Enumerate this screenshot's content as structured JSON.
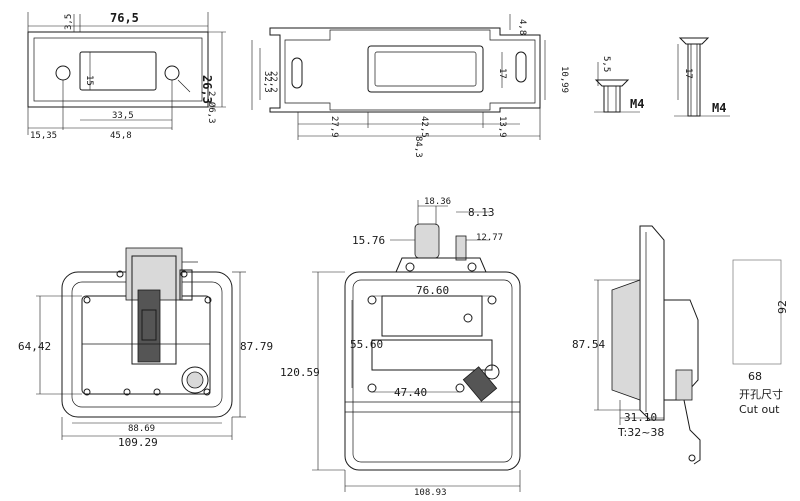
{
  "top_left_plate": {
    "width": "76,5",
    "height": "26,3",
    "slot_height": "15",
    "hole_spacing": "33,5",
    "overall": "45,8",
    "edge": "15,35",
    "thickness": "3,5",
    "holes": "2-Ø6,3"
  },
  "top_bracket": {
    "h1": "22,2",
    "h2": "32,3",
    "h3": "17",
    "h4": "10,99",
    "top": "4,8",
    "w1": "27,9",
    "w2": "42,5",
    "w3": "13,9",
    "total": "84,3"
  },
  "screws": {
    "s1_height": "5,5",
    "s1_thread": "M4",
    "s2_height": "17",
    "s2_thread": "M4"
  },
  "front_view": {
    "height_left": "64,42",
    "height_right": "87.79",
    "inner_width": "88.69",
    "outer_width": "109.29"
  },
  "back_view": {
    "top_a": "18.36",
    "top_b": "8.13",
    "left_a": "15.76",
    "right_a": "12.77",
    "hole_span": "76.60",
    "mid_height": "55.60",
    "low_span": "47.40",
    "total_height": "120.59",
    "total_width": "108.93"
  },
  "side_view": {
    "height": "87.54",
    "depth": "31.10",
    "thickness_range": "T:32~38"
  },
  "cutout": {
    "width": "68",
    "height": "92",
    "label_cn": "开孔尺寸",
    "label_en": "Cut out"
  }
}
